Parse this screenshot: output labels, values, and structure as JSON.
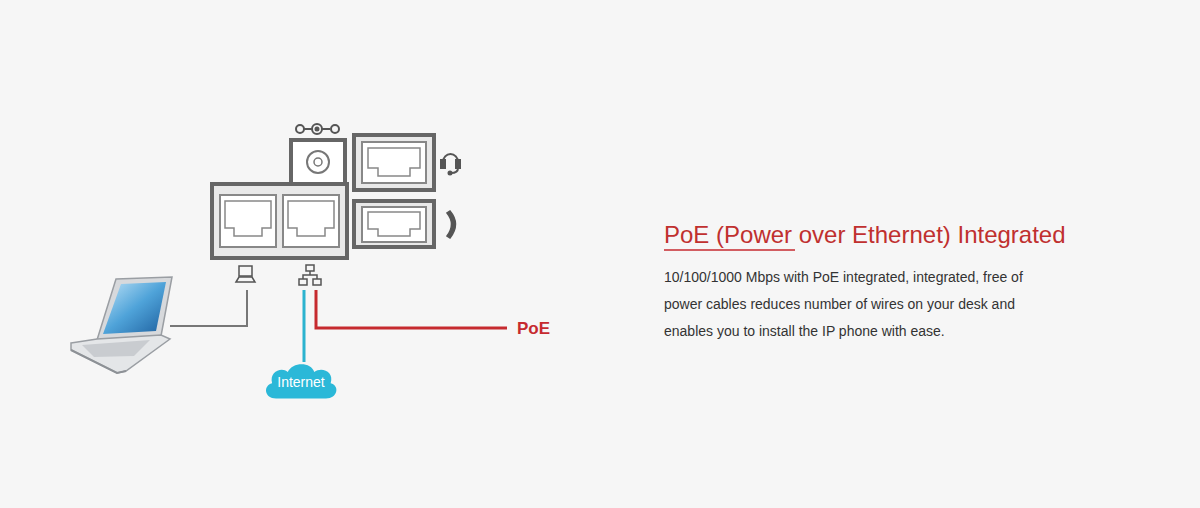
{
  "diagram": {
    "title": "PoE (Power over Ethernet) Integrated",
    "nodes": [
      {
        "text": [
          "Internet"
        ]
      }
    ],
    "labels": [
      "PoE",
      "10/100/1000 Mbps with PoE integrated, integrated, free of power cables reduces number of wires on your desk and enables you to install the IP phone with ease."
    ]
  }
}
